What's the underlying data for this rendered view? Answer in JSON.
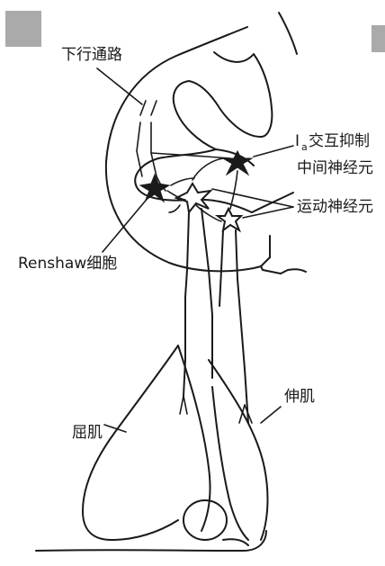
{
  "labels": {
    "descending_pathway": "下行通路",
    "ia_prefix": "I",
    "ia_subscript": "a",
    "ia_interneuron_line1": "交互抑制",
    "ia_interneuron_line2": "中间神经元",
    "motor_neuron": "运动神经元",
    "renshaw_cell": "Renshaw细胞",
    "extensor": "伸肌",
    "flexor": "屈肌"
  },
  "colors": {
    "ink": "#1a1a1a",
    "corner_box": "#aaaaaa",
    "background": "#ffffff"
  }
}
